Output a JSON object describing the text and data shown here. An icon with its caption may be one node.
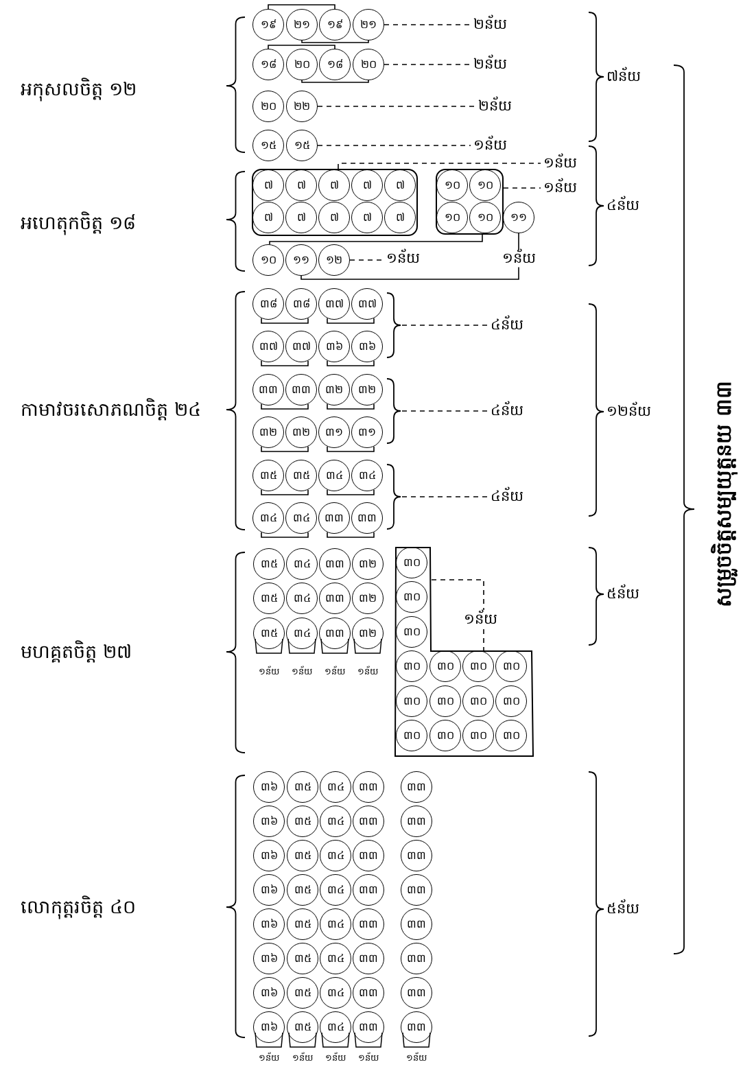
{
  "diagram": {
    "title": "សម្រួចចិត្តសម្បយុត្តនយ ៣៣",
    "nodes": [
      {
        "text": [
          "១៩"
        ]
      },
      {
        "text": [
          "២១"
        ]
      },
      {
        "text": [
          "១៩"
        ]
      },
      {
        "text": [
          "២១"
        ]
      },
      {
        "text": [
          "២ន័យ"
        ]
      },
      {
        "text": [
          "១៨"
        ]
      },
      {
        "text": [
          "២០"
        ]
      },
      {
        "text": [
          "១៨"
        ]
      },
      {
        "text": [
          "២០"
        ]
      },
      {
        "text": [
          "២ន័យ"
        ]
      },
      {
        "text": [
          "២០"
        ]
      },
      {
        "text": [
          "២២"
        ]
      },
      {
        "text": [
          "២ន័យ"
        ]
      },
      {
        "text": [
          "១៥"
        ]
      },
      {
        "text": [
          "១៥"
        ]
      },
      {
        "text": [
          "១ន័យ"
        ]
      },
      {
        "text": [],
        "shape": "box"
      },
      {
        "text": [
          "៧"
        ],
        "in": 16
      },
      {
        "text": [
          "៧"
        ],
        "in": 16
      },
      {
        "text": [
          "៧"
        ],
        "in": 16
      },
      {
        "text": [
          "៧"
        ],
        "in": 16
      },
      {
        "text": [
          "៧"
        ],
        "in": 16
      },
      {
        "text": [
          "៧"
        ],
        "in": 16
      },
      {
        "text": [
          "៧"
        ],
        "in": 16
      },
      {
        "text": [
          "៧"
        ],
        "in": 16
      },
      {
        "text": [
          "៧"
        ],
        "in": 16
      },
      {
        "text": [
          "៧"
        ],
        "in": 16
      },
      {
        "text": [],
        "shape": "box"
      },
      {
        "text": [
          "១០"
        ],
        "in": 27
      },
      {
        "text": [
          "១០"
        ],
        "in": 27
      },
      {
        "text": [
          "១០"
        ],
        "in": 27
      },
      {
        "text": [
          "១០"
        ],
        "in": 27
      },
      {
        "text": [
          "១១"
        ]
      },
      {
        "text": [
          "១ន័យ"
        ]
      },
      {
        "text": [
          "១ន័យ"
        ]
      },
      {
        "text": [
          "១០"
        ]
      },
      {
        "text": [
          "១១"
        ]
      },
      {
        "text": [
          "១២"
        ]
      },
      {
        "text": [
          "១ន័យ"
        ]
      },
      {
        "text": [
          "៣៨"
        ]
      },
      {
        "text": [
          "៣៨"
        ]
      },
      {
        "text": [
          "៣៧"
        ]
      },
      {
        "text": [
          "៣៧"
        ]
      },
      {
        "text": [
          "៣៧"
        ]
      },
      {
        "text": [
          "៣៧"
        ]
      },
      {
        "text": [
          "៣៦"
        ]
      },
      {
        "text": [
          "៣៦"
        ]
      },
      {
        "text": [
          "៣៣"
        ]
      },
      {
        "text": [
          "៣៣"
        ]
      },
      {
        "text": [
          "៣២"
        ]
      },
      {
        "text": [
          "៣២"
        ]
      },
      {
        "text": [
          "៣២"
        ]
      },
      {
        "text": [
          "៣២"
        ]
      },
      {
        "text": [
          "៣១"
        ]
      },
      {
        "text": [
          "៣១"
        ]
      },
      {
        "text": [
          "៣៥"
        ]
      },
      {
        "text": [
          "៣៥"
        ]
      },
      {
        "text": [
          "៣៤"
        ]
      },
      {
        "text": [
          "៣៤"
        ]
      },
      {
        "text": [
          "៣៤"
        ]
      },
      {
        "text": [
          "៣៤"
        ]
      },
      {
        "text": [
          "៣៣"
        ]
      },
      {
        "text": [
          "៣៣"
        ]
      },
      {
        "text": [
          "៤ន័យ"
        ]
      },
      {
        "text": [
          "៤ន័យ"
        ]
      },
      {
        "text": [
          "៤ន័យ"
        ]
      },
      {
        "text": [
          "៣៥"
        ]
      },
      {
        "text": [
          "៣៤"
        ]
      },
      {
        "text": [
          "៣៣"
        ]
      },
      {
        "text": [
          "៣២"
        ]
      },
      {
        "text": [
          "៣៥"
        ]
      },
      {
        "text": [
          "៣៤"
        ]
      },
      {
        "text": [
          "៣៣"
        ]
      },
      {
        "text": [
          "៣២"
        ]
      },
      {
        "text": [
          "៣៥"
        ]
      },
      {
        "text": [
          "៣៤"
        ]
      },
      {
        "text": [
          "៣៣"
        ]
      },
      {
        "text": [
          "៣២"
        ]
      },
      {
        "text": [],
        "shape": "box"
      },
      {
        "text": [
          "៣០"
        ],
        "in": 78
      },
      {
        "text": [
          "៣០"
        ],
        "in": 78
      },
      {
        "text": [
          "៣០"
        ],
        "in": 78
      },
      {
        "text": [
          "៣០"
        ],
        "in": 78
      },
      {
        "text": [
          "៣០"
        ],
        "in": 78
      },
      {
        "text": [
          "៣០"
        ],
        "in": 78
      },
      {
        "text": [
          "៣០"
        ],
        "in": 78
      },
      {
        "text": [
          "៣០"
        ],
        "in": 78
      },
      {
        "text": [
          "៣០"
        ],
        "in": 78
      },
      {
        "text": [
          "៣០"
        ],
        "in": 78
      },
      {
        "text": [
          "៣០"
        ],
        "in": 78
      },
      {
        "text": [
          "៣០"
        ],
        "in": 78
      },
      {
        "text": [
          "៣០"
        ],
        "in": 78
      },
      {
        "text": [
          "៣០"
        ],
        "in": 78
      },
      {
        "text": [
          "៣០"
        ],
        "in": 78
      },
      {
        "text": [
          "១ន័យ"
        ]
      },
      {
        "text": [
          "៣៦"
        ]
      },
      {
        "text": [
          "៣៥"
        ]
      },
      {
        "text": [
          "៣៤"
        ]
      },
      {
        "text": [
          "៣៣"
        ]
      },
      {
        "text": [
          "៣៣"
        ]
      },
      {
        "text": [
          "៣៦"
        ]
      },
      {
        "text": [
          "៣៥"
        ]
      },
      {
        "text": [
          "៣៤"
        ]
      },
      {
        "text": [
          "៣៣"
        ]
      },
      {
        "text": [
          "៣៣"
        ]
      },
      {
        "text": [
          "៣៦"
        ]
      },
      {
        "text": [
          "៣៥"
        ]
      },
      {
        "text": [
          "៣៤"
        ]
      },
      {
        "text": [
          "៣៣"
        ]
      },
      {
        "text": [
          "៣៣"
        ]
      },
      {
        "text": [
          "៣៦"
        ]
      },
      {
        "text": [
          "៣៥"
        ]
      },
      {
        "text": [
          "៣៤"
        ]
      },
      {
        "text": [
          "៣៣"
        ]
      },
      {
        "text": [
          "៣៣"
        ]
      },
      {
        "text": [
          "៣៦"
        ]
      },
      {
        "text": [
          "៣៥"
        ]
      },
      {
        "text": [
          "៣៤"
        ]
      },
      {
        "text": [
          "៣៣"
        ]
      },
      {
        "text": [
          "៣៣"
        ]
      },
      {
        "text": [
          "៣៦"
        ]
      },
      {
        "text": [
          "៣៥"
        ]
      },
      {
        "text": [
          "៣៤"
        ]
      },
      {
        "text": [
          "៣៣"
        ]
      },
      {
        "text": [
          "៣៣"
        ]
      },
      {
        "text": [
          "៣៦"
        ]
      },
      {
        "text": [
          "៣៥"
        ]
      },
      {
        "text": [
          "៣៤"
        ]
      },
      {
        "text": [
          "៣៣"
        ]
      },
      {
        "text": [
          "៣៣"
        ]
      },
      {
        "text": [
          "៣៦"
        ]
      },
      {
        "text": [
          "៣៥"
        ]
      },
      {
        "text": [
          "៣៤"
        ]
      },
      {
        "text": [
          "៣៣"
        ]
      },
      {
        "text": [
          "៣៣"
        ]
      },
      {
        "text": [],
        "shape": "bracket"
      },
      {
        "text": [],
        "shape": "bracket"
      },
      {
        "text": [],
        "shape": "bracket"
      }
    ],
    "edges": [
      {
        "from": 0,
        "to": 2,
        "arrow": "none"
      },
      {
        "from": 1,
        "to": 3,
        "arrow": "none"
      },
      {
        "from": 3,
        "to": 4,
        "arrow": "none",
        "style": "dashed"
      },
      {
        "from": 5,
        "to": 7,
        "arrow": "none"
      },
      {
        "from": 6,
        "to": 8,
        "arrow": "none"
      },
      {
        "from": 8,
        "to": 9,
        "arrow": "none",
        "style": "dashed"
      },
      {
        "from": 11,
        "to": 12,
        "arrow": "none",
        "style": "dashed"
      },
      {
        "from": 14,
        "to": 15,
        "arrow": "none",
        "style": "dashed"
      },
      {
        "from": 16,
        "to": 33,
        "arrow": "none",
        "style": "dashed"
      },
      {
        "from": 27,
        "to": 34,
        "arrow": "none",
        "style": "dashed"
      },
      {
        "from": 27,
        "to": 35,
        "arrow": "none"
      },
      {
        "from": 32,
        "to": 36,
        "arrow": "none",
        "label": "១ន័យ"
      },
      {
        "from": 37,
        "to": 38,
        "arrow": "none",
        "style": "dashed"
      },
      {
        "from": 39,
        "to": 40,
        "arrow": "none"
      },
      {
        "from": 41,
        "to": 42,
        "arrow": "none"
      },
      {
        "from": 43,
        "to": 44,
        "arrow": "none"
      },
      {
        "from": 45,
        "to": 46,
        "arrow": "none"
      },
      {
        "from": 47,
        "to": 48,
        "arrow": "none"
      },
      {
        "from": 49,
        "to": 50,
        "arrow": "none"
      },
      {
        "from": 51,
        "to": 52,
        "arrow": "none"
      },
      {
        "from": 53,
        "to": 54,
        "arrow": "none"
      },
      {
        "from": 55,
        "to": 56,
        "arrow": "none"
      },
      {
        "from": 57,
        "to": 58,
        "arrow": "none"
      },
      {
        "from": 59,
        "to": 60,
        "arrow": "none"
      },
      {
        "from": 61,
        "to": 62,
        "arrow": "none"
      },
      {
        "from": 135,
        "to": 63,
        "arrow": "none",
        "style": "dashed"
      },
      {
        "from": 136,
        "to": 64,
        "arrow": "none",
        "style": "dashed"
      },
      {
        "from": 137,
        "to": 65,
        "arrow": "none",
        "style": "dashed"
      },
      {
        "from": 78,
        "to": 94,
        "arrow": "none",
        "style": "dashed"
      },
      {
        "from": 94,
        "to": 78,
        "arrow": "none",
        "style": "dashed"
      }
    ],
    "labels": [
      "អកុសលចិត្ត ១២",
      "៧ន័យ",
      "អហេតុកចិត្ត ១៨",
      "៤ន័យ",
      "កាមាវចរសោភណចិត្ត ២៤",
      "១២ន័យ",
      "៥ន័យ",
      "មហគ្គតចិត្ត ២៧",
      "១ន័យ",
      "១ន័យ",
      "១ន័យ",
      "១ន័យ",
      "លោកុត្តរចិត្ត ៤០",
      "៥ន័យ",
      "១ន័យ",
      "១ន័យ",
      "១ន័យ",
      "១ន័យ",
      "១ន័យ"
    ]
  }
}
